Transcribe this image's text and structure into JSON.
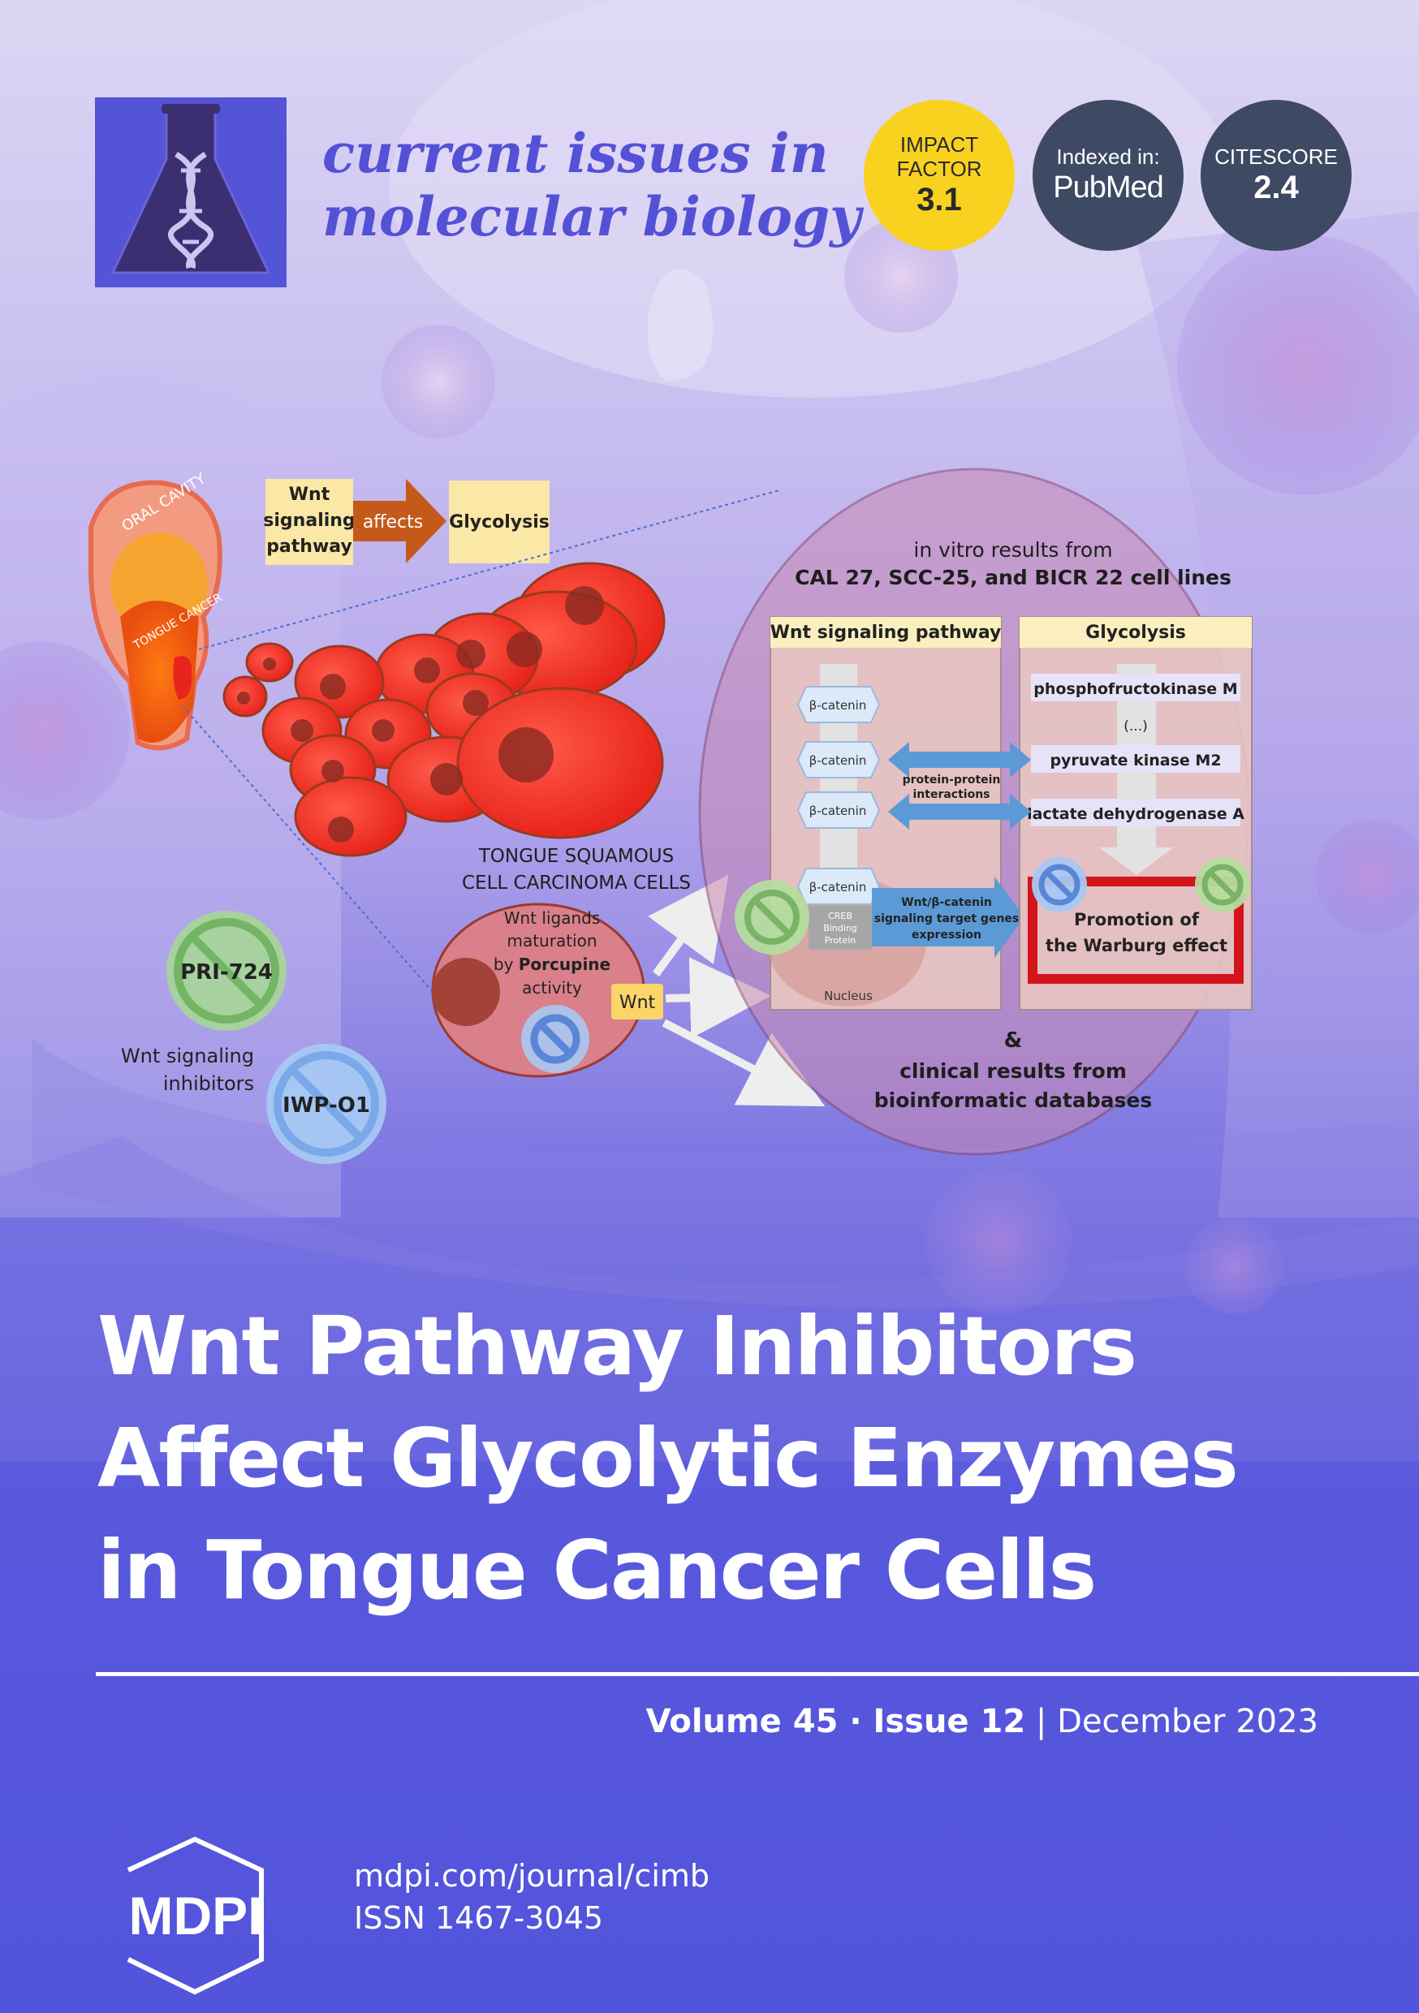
{
  "journal": {
    "name_line1": "current issues in",
    "name_line2": "molecular biology"
  },
  "badges": {
    "impact_label1": "IMPACT",
    "impact_label2": "FACTOR",
    "impact_value": "3.1",
    "indexed_label": "Indexed in:",
    "indexed_value": "PubMed",
    "citescore_label": "CITESCORE",
    "citescore_value": "2.4"
  },
  "figure": {
    "wnt_box": [
      "Wnt",
      "signaling",
      "pathway"
    ],
    "affects": "affects",
    "glycolysis_box": "Glycolysis",
    "oral_cavity": "ORAL CAVITY",
    "tongue_cancer": "TONGUE CANCER",
    "tscc_line1": "TONGUE SQUAMOUS",
    "tscc_line2": "CELL CARCINOMA CELLS",
    "ligands_line1": "Wnt ligands",
    "ligands_line2": "maturation",
    "ligands_line3_prefix": "by ",
    "ligands_line3_bold": "Porcupine",
    "ligands_line4": "activity",
    "wnt_tag": "Wnt",
    "inhibitor1": "PRI-724",
    "inhibitor2": "IWP-O1",
    "inhibitors_label1": "Wnt signaling",
    "inhibitors_label2": "inhibitors",
    "invitro_line1": "in vitro results from",
    "invitro_line2": "CAL 27, SCC-25, and BICR 22 cell lines",
    "panel_wnt_title": "Wnt signaling pathway",
    "panel_gly_title": "Glycolysis",
    "beta_catenin": "β-catenin",
    "ppi_line1": "protein-protein",
    "ppi_line2": "interactions",
    "creb_line1": "CREB",
    "creb_line2": "Binding",
    "creb_line3": "Protein",
    "target_line1": "Wnt/β-catenin",
    "target_line2": "signaling target genes",
    "target_line3": "expression",
    "nucleus": "Nucleus",
    "enzyme1": "phosphofructokinase M",
    "enzyme_ellipsis": "(...)",
    "enzyme2": "pyruvate kinase M2",
    "enzyme3": "lactate dehydrogenase A",
    "warburg_line1": "Promotion of",
    "warburg_line2": "the Warburg effect",
    "ampersand": "&",
    "clinical_line1": "clinical results from",
    "clinical_line2": "bioinformatic databases"
  },
  "headline": {
    "line1": "Wnt Pathway Inhibitors",
    "line2": "Affect Glycolytic Enzymes",
    "line3": "in Tongue Cancer Cells"
  },
  "issue": {
    "volume": "Volume 45",
    "separator": " · ",
    "issue": "Issue 12",
    "bar": " | ",
    "date": "December 2023"
  },
  "publisher": {
    "logo": "MDPI",
    "url": "mdpi.com/journal/cimb",
    "issn": "ISSN 1467-3045"
  },
  "icons": [
    "flask-dna-icon",
    "mdpi-hexagon-logo",
    "prohibition-icon",
    "arrow-icon",
    "virus-icon"
  ]
}
